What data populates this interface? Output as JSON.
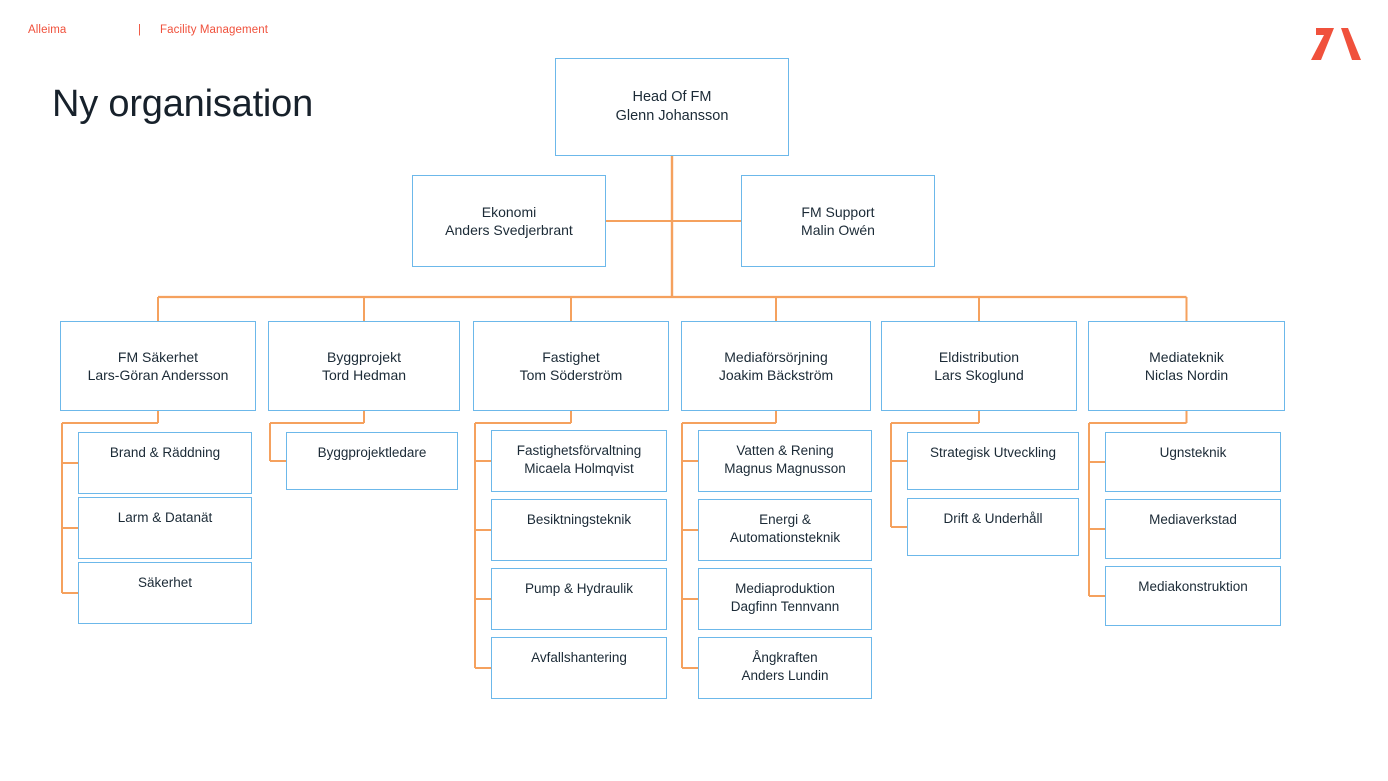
{
  "header": {
    "brand": "Alleima",
    "divider": "|",
    "unit": "Facility Management",
    "brand_color": "#f0513c",
    "logo_name": "alleima-logo"
  },
  "title": "Ny organisation",
  "theme": {
    "box_border": "#6cb8ea",
    "connector": "#f5a15e",
    "text": "#1b2a36",
    "background": "#ffffff"
  },
  "chart_data": {
    "type": "org-chart",
    "title": "Ny organisation",
    "root": {
      "role": "Head Of FM",
      "person": "Glenn Johansson"
    },
    "staff": [
      {
        "role": "Ekonomi",
        "person": "Anders Svedjerbrant"
      },
      {
        "role": "FM Support",
        "person": "Malin Owén"
      }
    ],
    "departments": [
      {
        "role": "FM Säkerhet",
        "person": "Lars-Göran Andersson",
        "children": [
          {
            "role": "Brand & Räddning",
            "person": ""
          },
          {
            "role": "Larm & Datanät",
            "person": ""
          },
          {
            "role": "Säkerhet",
            "person": ""
          }
        ]
      },
      {
        "role": "Byggprojekt",
        "person": "Tord Hedman",
        "children": [
          {
            "role": "Byggprojektledare",
            "person": ""
          }
        ]
      },
      {
        "role": "Fastighet",
        "person": "Tom Söderström",
        "children": [
          {
            "role": "Fastighetsförvaltning",
            "person": "Micaela Holmqvist"
          },
          {
            "role": "Besiktningsteknik",
            "person": ""
          },
          {
            "role": "Pump & Hydraulik",
            "person": ""
          },
          {
            "role": "Avfallshantering",
            "person": ""
          }
        ]
      },
      {
        "role": "Mediaförsörjning",
        "person": "Joakim Bäckström",
        "children": [
          {
            "role": "Vatten & Rening",
            "person": "Magnus Magnusson"
          },
          {
            "role": "Energi &",
            "person": "Automationsteknik"
          },
          {
            "role": "Mediaproduktion",
            "person": "Dagfinn Tennvann"
          },
          {
            "role": "Ångkraften",
            "person": "Anders Lundin"
          }
        ]
      },
      {
        "role": "Eldistribution",
        "person": "Lars Skoglund",
        "children": [
          {
            "role": "Strategisk Utveckling",
            "person": ""
          },
          {
            "role": "Drift & Underhåll",
            "person": ""
          }
        ]
      },
      {
        "role": "Mediateknik",
        "person": "Niclas Nordin",
        "children": [
          {
            "role": "Ugnsteknik",
            "person": ""
          },
          {
            "role": "Mediaverkstad",
            "person": ""
          },
          {
            "role": "Mediakonstruktion",
            "person": ""
          }
        ]
      }
    ]
  }
}
